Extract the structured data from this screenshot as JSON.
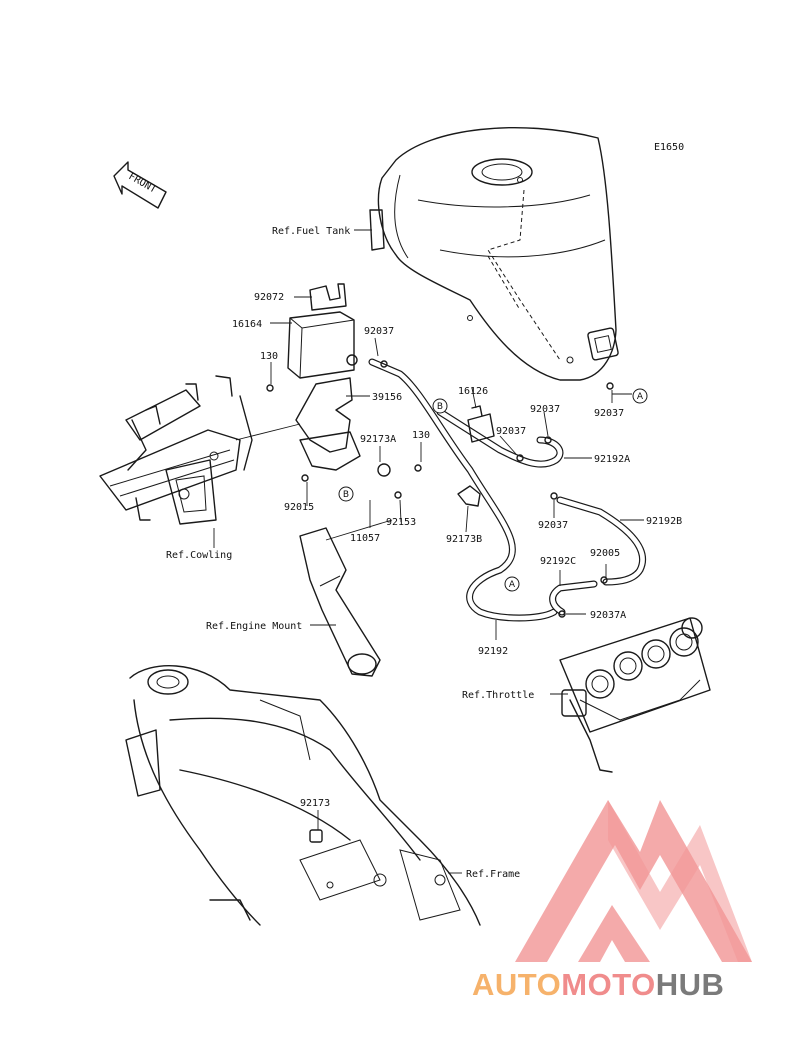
{
  "diagram": {
    "code": "E1650",
    "front_label": "FRONT",
    "part_numbers": {
      "p92072": "92072",
      "p16164": "16164",
      "p92037_top": "92037",
      "p130_left": "130",
      "p39156": "39156",
      "p92173A": "92173A",
      "p130_right": "130",
      "p92015": "92015",
      "p11057": "11057",
      "p92153": "92153",
      "p16126": "16126",
      "p92037_b": "92037",
      "p92037_c": "92037",
      "p92192A": "92192A",
      "p92037_tank": "92037",
      "p92037_d": "92037",
      "p92192B": "92192B",
      "p92173B": "92173B",
      "p92192C": "92192C",
      "p92005": "92005",
      "p92037A": "92037A",
      "p92192": "92192",
      "p92173": "92173"
    },
    "refs": {
      "fuel_tank": "Ref.Fuel Tank",
      "cowling": "Ref.Cowling",
      "engine_mount": "Ref.Engine Mount",
      "throttle": "Ref.Throttle",
      "frame": "Ref.Frame"
    },
    "callouts": {
      "a": "A",
      "b": "B"
    }
  },
  "watermark": {
    "part1": "AUTO",
    "part2": "MOTO",
    "part3": "HUB",
    "colors": {
      "orange": "#f6b26b",
      "red": "#f08c8c",
      "grey": "#7a7a7a",
      "logo": "#f3a1a1"
    }
  }
}
